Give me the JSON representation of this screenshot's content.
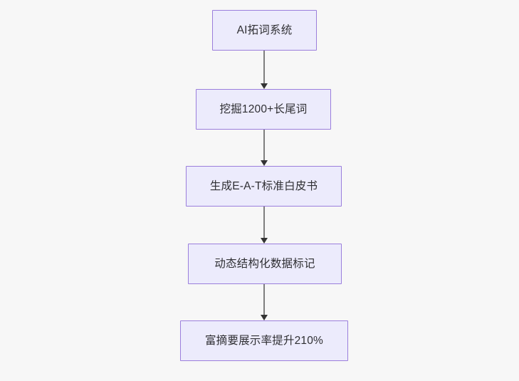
{
  "diagram": {
    "type": "flowchart",
    "orientation": "top-to-bottom",
    "background_color": "#f7f7f7",
    "node_fill_color": "#ecebfc",
    "node_border_color": "#9b7edc",
    "node_text_color": "#2f2f33",
    "connector_color": "#7f7f7f",
    "arrowhead_color": "#333333",
    "nodes": [
      {
        "id": "n1",
        "label": "AI拓词系统"
      },
      {
        "id": "n2",
        "label": "挖掘1200+长尾词"
      },
      {
        "id": "n3",
        "label": "生成E-A-T标准白皮书"
      },
      {
        "id": "n4",
        "label": "动态结构化数据标记"
      },
      {
        "id": "n5",
        "label": "富摘要展示率提升210%"
      }
    ],
    "edges": [
      {
        "from": "n1",
        "to": "n2"
      },
      {
        "from": "n2",
        "to": "n3"
      },
      {
        "from": "n3",
        "to": "n4"
      },
      {
        "from": "n4",
        "to": "n5"
      }
    ]
  }
}
